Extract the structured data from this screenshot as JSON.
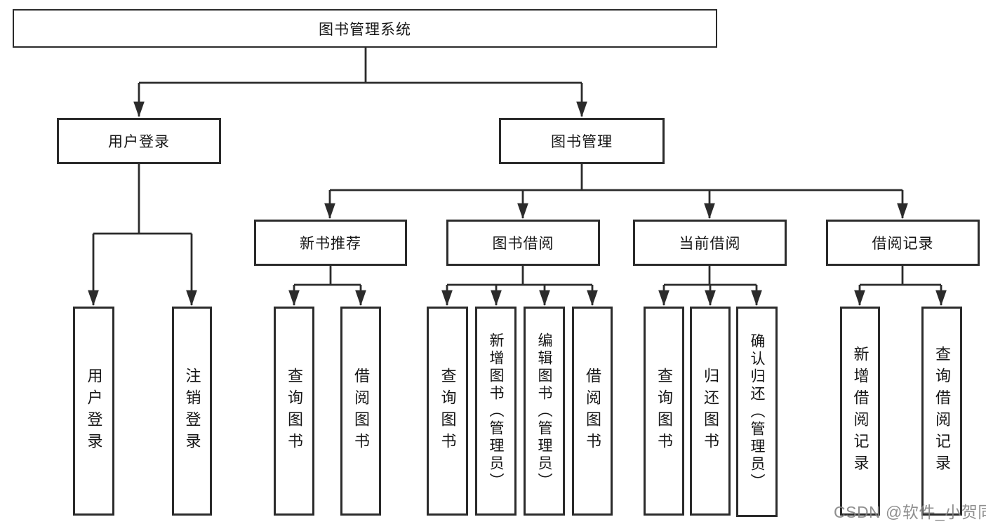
{
  "tree": {
    "label": "图书管理系统",
    "children": [
      {
        "label": "用户登录",
        "children": [
          {
            "label": "用户登录"
          },
          {
            "label": "注销登录"
          }
        ]
      },
      {
        "label": "图书管理",
        "children": [
          {
            "label": "新书推荐",
            "children": [
              {
                "label": "查询图书"
              },
              {
                "label": "借阅图书"
              }
            ]
          },
          {
            "label": "图书借阅",
            "children": [
              {
                "label": "查询图书"
              },
              {
                "label": "新增图书（管理员）"
              },
              {
                "label": "编辑图书（管理员）"
              },
              {
                "label": "借阅图书"
              }
            ]
          },
          {
            "label": "当前借阅",
            "children": [
              {
                "label": "查询图书"
              },
              {
                "label": "归还图书"
              },
              {
                "label": "确认归还（管理员）"
              }
            ]
          },
          {
            "label": "借阅记录",
            "children": [
              {
                "label": "新增借阅记录"
              },
              {
                "label": "查询借阅记录"
              }
            ]
          }
        ]
      }
    ]
  },
  "watermark": {
    "text": "CSDN @软件_小贺同学"
  },
  "colors": {
    "line": "#2b2b2b",
    "text": "#161616",
    "watermark": "#808080",
    "background": "#ffffff"
  }
}
